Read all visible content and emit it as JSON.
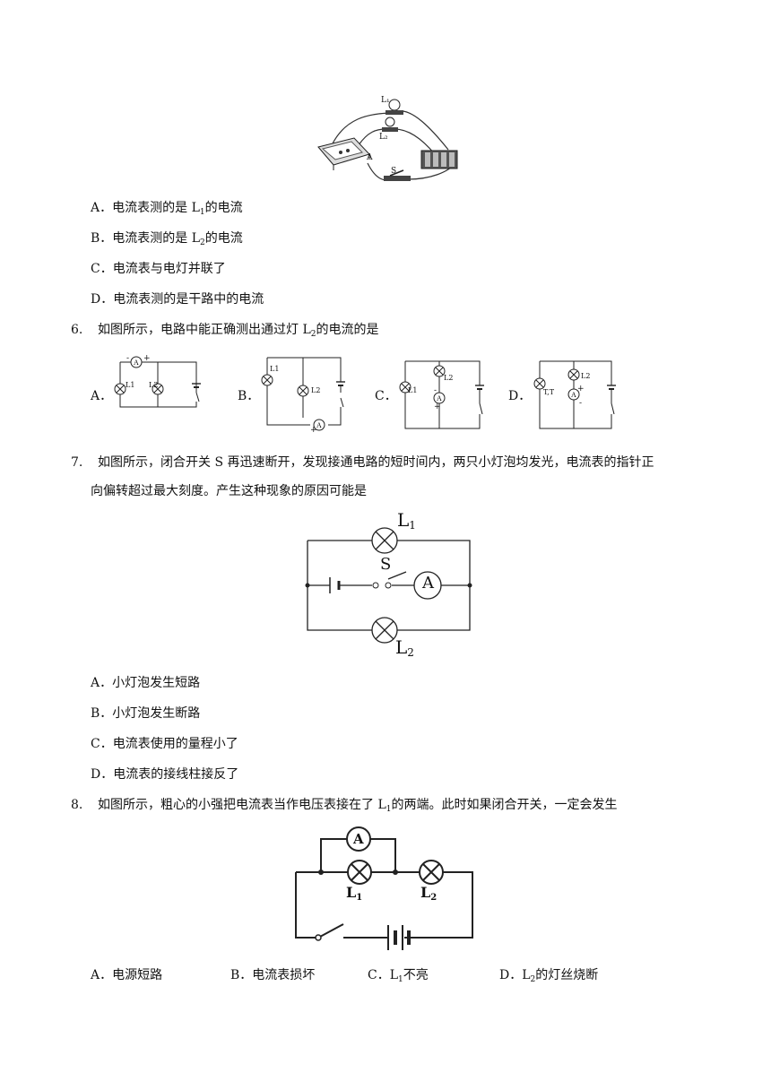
{
  "q5": {
    "figure_labels": {
      "l1": "L₁",
      "l2": "L₂",
      "a": "A",
      "s": "S"
    },
    "options": [
      {
        "letter": "A．",
        "pre": "电流表测的是 L",
        "sub": "1",
        "post": "的电流"
      },
      {
        "letter": "B．",
        "pre": "电流表测的是 L",
        "sub": "2",
        "post": "的电流"
      },
      {
        "letter": "C．",
        "pre": "电流表与电灯并联了",
        "sub": "",
        "post": ""
      },
      {
        "letter": "D．",
        "pre": "电流表测的是干路中的电流",
        "sub": "",
        "post": ""
      }
    ]
  },
  "q6": {
    "number": "6.",
    "text_pre": "如图所示，电路中能正确测出通过灯 L",
    "text_sub": "2",
    "text_post": "的电流的是",
    "circuit_letters": [
      "A．",
      "B．",
      "C．",
      "D．"
    ],
    "circuit_labels": {
      "a_l1": "L1",
      "a_l2": "L2",
      "b_l1": "L1",
      "b_l2": "L2",
      "c_l1": "L1",
      "c_l2": "L2",
      "d_l1": "T,T",
      "d_l2": "L2",
      "meter": "A",
      "plus": "+",
      "minus": "-"
    }
  },
  "q7": {
    "number": "7.",
    "line1": "如图所示，闭合开关 S 再迅速断开，发现接通电路的短时间内，两只小灯泡均发光，电流表的指针正",
    "line2": "向偏转超过最大刻度。产生这种现象的原因可能是",
    "figure_labels": {
      "l1": "L",
      "l1_sub": "1",
      "l2": "L",
      "l2_sub": "2",
      "s": "S",
      "a": "A"
    },
    "options": [
      {
        "letter": "A．",
        "text": "小灯泡发生短路"
      },
      {
        "letter": "B．",
        "text": "小灯泡发生断路"
      },
      {
        "letter": "C．",
        "text": "电流表使用的量程小了"
      },
      {
        "letter": "D．",
        "text": "电流表的接线柱接反了"
      }
    ]
  },
  "q8": {
    "number": "8.",
    "text_pre": "如图所示，粗心的小强把电流表当作电压表接在了 L",
    "text_sub": "1",
    "text_post": "的两端。此时如果闭合开关，一定会发生",
    "figure_labels": {
      "a": "A",
      "l1": "L",
      "l1_sub": "1",
      "l2": "L",
      "l2_sub": "2"
    },
    "options": [
      {
        "letter": "A．",
        "pre": "电源短路",
        "sub": "",
        "post": ""
      },
      {
        "letter": "B．",
        "pre": "电流表损坏",
        "sub": "",
        "post": ""
      },
      {
        "letter": "C．",
        "pre": "L",
        "sub": "1",
        "post": "不亮"
      },
      {
        "letter": "D．",
        "pre": "L",
        "sub": "2",
        "post": "的灯丝烧断"
      }
    ]
  }
}
